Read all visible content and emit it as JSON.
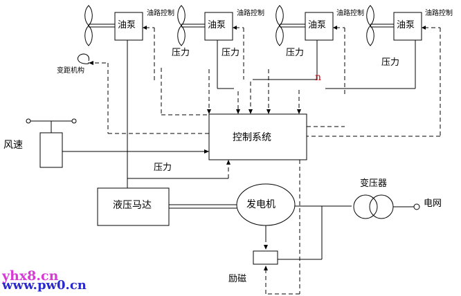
{
  "labels": {
    "oil_pump": "油泵",
    "variable_speed_control": "油路控制",
    "pressure": "压力",
    "pitch_mechanism": "变距机构",
    "wind_speed": "风速",
    "control_system": "控制系统",
    "hydraulic_motor": "液压马达",
    "generator": "发电机",
    "transformer": "变压器",
    "grid": "电网",
    "excitation": "励磁",
    "n_symbol": "n"
  },
  "watermark": {
    "line1": "yhx8.cn",
    "line2": "www.pw0.cn"
  },
  "colors": {
    "line": "#000000",
    "n_symbol": "#cc0000",
    "watermark_line1": "#d63bd6",
    "watermark_line2": "#2a2acc"
  }
}
